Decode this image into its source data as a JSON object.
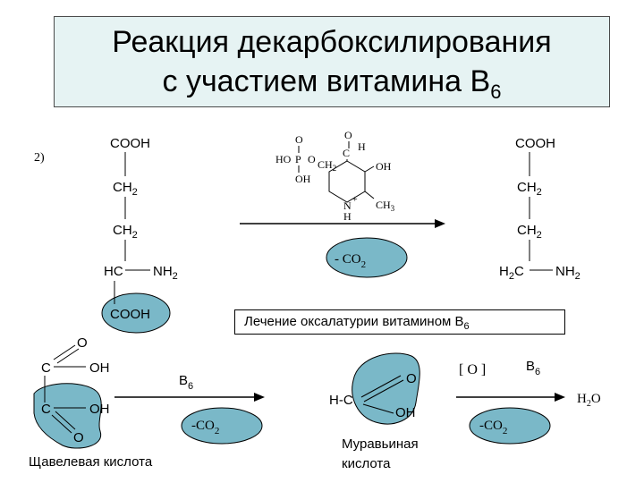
{
  "title": {
    "line1": "Реакция декарбоксилирования",
    "line2_text": "с участием витамина В",
    "line2_sub": "6"
  },
  "reaction1": {
    "number": "2)",
    "substrate": {
      "top": "COOH",
      "ch2a": "CH",
      "ch2a_sub": "2",
      "ch2b": "CH",
      "ch2b_sub": "2",
      "hc": "HC",
      "nh2": "NH",
      "nh2_sub": "2",
      "cooh": "COOH"
    },
    "product": {
      "top": "COOH",
      "ch2a": "CH",
      "ch2a_sub": "2",
      "ch2b": "CH",
      "ch2b_sub": "2",
      "h2c": "H",
      "h2c_sub": "2",
      "h2c_c": "C",
      "nh2": "NH",
      "nh2_sub": "2"
    },
    "plp": {
      "o_top": "O",
      "ho": "HO",
      "p": "P",
      "o": "O",
      "oh": "OH",
      "ch2": "CH",
      "ch2_sub": "2",
      "c": "C",
      "h": "H",
      "oh_ring": "OH",
      "ch3": "CH",
      "ch3_sub": "3",
      "n": "N",
      "plus": "+",
      "nh": "H"
    },
    "loss": "- CO",
    "loss_sub": "2"
  },
  "label_box": {
    "text": "Лечение оксалатурии витамином В",
    "sub": "6"
  },
  "reaction2": {
    "o_top": "O",
    "c_top": "C",
    "oh_top": "OH",
    "c_bottom": "C",
    "oh_bottom": "OH",
    "o_bottom": "O",
    "catalyst": "В",
    "catalyst_sub": "6",
    "loss": "-CO",
    "loss_sub": "2",
    "caption": "Щавелевая кислота"
  },
  "reaction3": {
    "o": "O",
    "h": "H-C",
    "oh": "OH",
    "catalyst": "В",
    "catalyst_sub": "6",
    "oxidant": "[ O ]",
    "product": "H",
    "product_sub": "2",
    "product_o": "O",
    "loss": "-CO",
    "loss_sub": "2",
    "caption_line1": "Муравьиная",
    "caption_line2": "кислота"
  },
  "colors": {
    "highlight": "#7ab8c8",
    "title_bg": "#e6f3f3"
  }
}
